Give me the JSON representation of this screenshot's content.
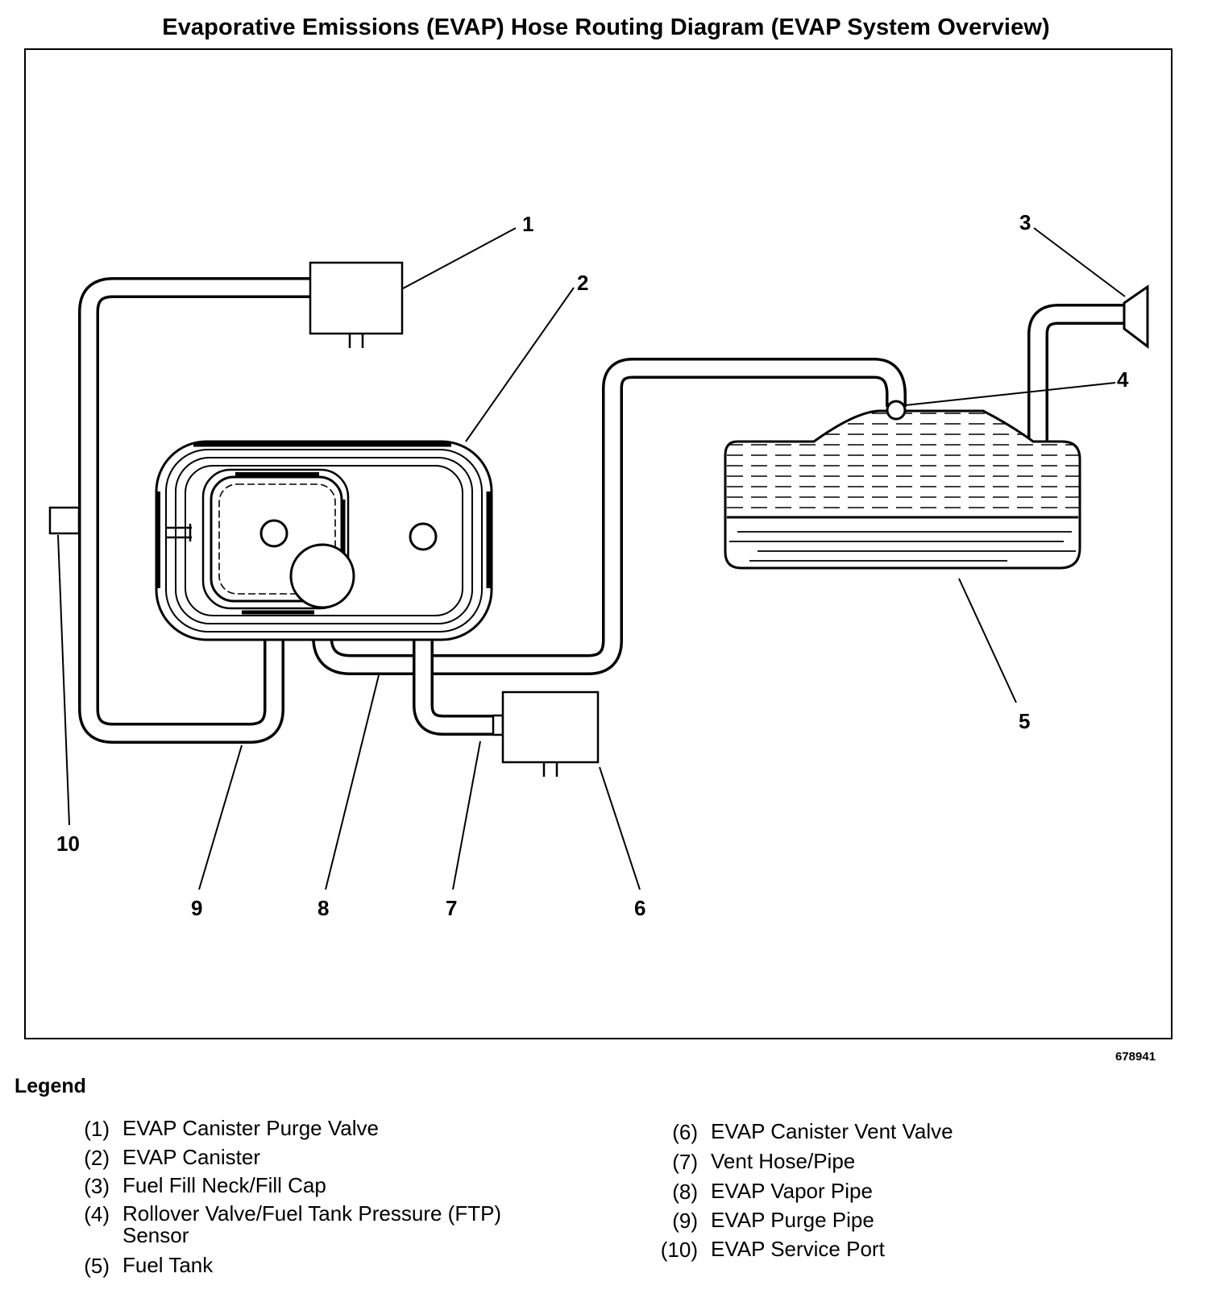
{
  "title": "Evaporative Emissions (EVAP) Hose Routing Diagram (EVAP System Overview)",
  "figure_id": "678941",
  "callouts": [
    "1",
    "2",
    "3",
    "4",
    "5",
    "6",
    "7",
    "8",
    "9",
    "10"
  ],
  "legend": {
    "heading": "Legend",
    "items": [
      {
        "num": "(1)",
        "text": "EVAP Canister Purge Valve"
      },
      {
        "num": "(2)",
        "text": "EVAP Canister"
      },
      {
        "num": "(3)",
        "text": "Fuel Fill Neck/Fill Cap"
      },
      {
        "num": "(4)",
        "text": "Rollover Valve/Fuel Tank Pressure (FTP)",
        "text2": "Sensor"
      },
      {
        "num": "(5)",
        "text": "Fuel Tank"
      },
      {
        "num": "(6)",
        "text": "EVAP Canister Vent Valve"
      },
      {
        "num": "(7)",
        "text": "Vent Hose/Pipe"
      },
      {
        "num": "(8)",
        "text": "EVAP Vapor Pipe"
      },
      {
        "num": "(9)",
        "text": "EVAP Purge Pipe"
      },
      {
        "num": "(10)",
        "text": "EVAP Service Port"
      }
    ]
  }
}
